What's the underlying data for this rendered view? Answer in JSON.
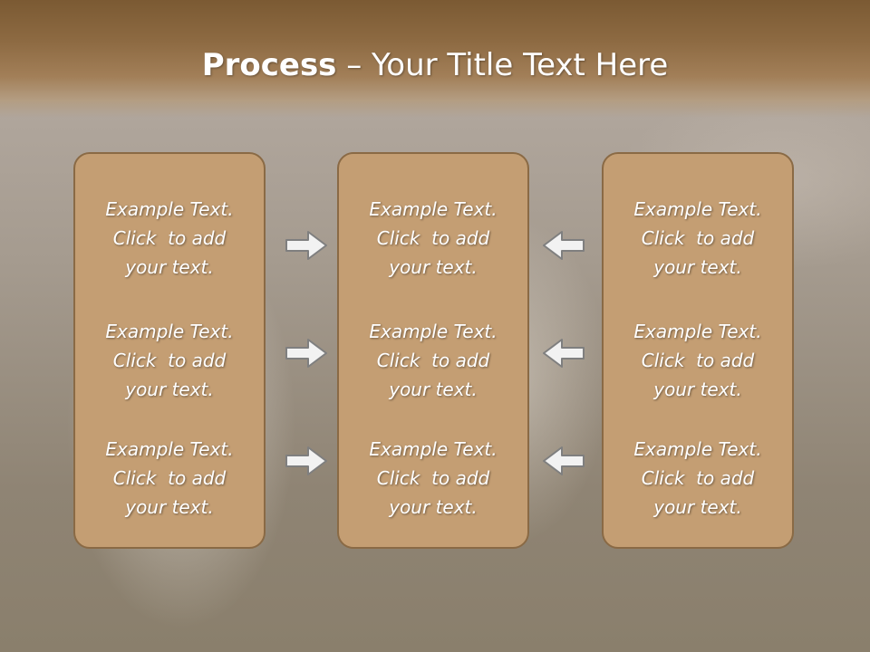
{
  "title": {
    "bold": "Process",
    "rest": " – Your Title Text Here"
  },
  "columns": [
    {
      "blocks": [
        {
          "l1": "Example Text.",
          "l2": "Click  to add",
          "l3": "your text."
        },
        {
          "l1": "Example Text.",
          "l2": "Click  to add",
          "l3": "your text."
        },
        {
          "l1": "Example Text.",
          "l2": "Click  to add",
          "l3": "your text."
        }
      ]
    },
    {
      "blocks": [
        {
          "l1": "Example Text.",
          "l2": "Click  to add",
          "l3": "your text."
        },
        {
          "l1": "Example Text.",
          "l2": "Click  to add",
          "l3": "your text."
        },
        {
          "l1": "Example Text.",
          "l2": "Click  to add",
          "l3": "your text."
        }
      ]
    },
    {
      "blocks": [
        {
          "l1": "Example Text.",
          "l2": "Click  to add",
          "l3": "your text."
        },
        {
          "l1": "Example Text.",
          "l2": "Click  to add",
          "l3": "your text."
        },
        {
          "l1": "Example Text.",
          "l2": "Click  to add",
          "l3": "your text."
        }
      ]
    }
  ],
  "icons": {
    "left_arrows": "arrow-right-icon",
    "right_arrows": "arrow-left-icon"
  },
  "colors": {
    "header": "#7b5a33",
    "box_fill": "#c49e73",
    "box_border": "#8a6a45",
    "arrow_fill": "#f2f2f2",
    "arrow_stroke": "#7f7f7f"
  }
}
